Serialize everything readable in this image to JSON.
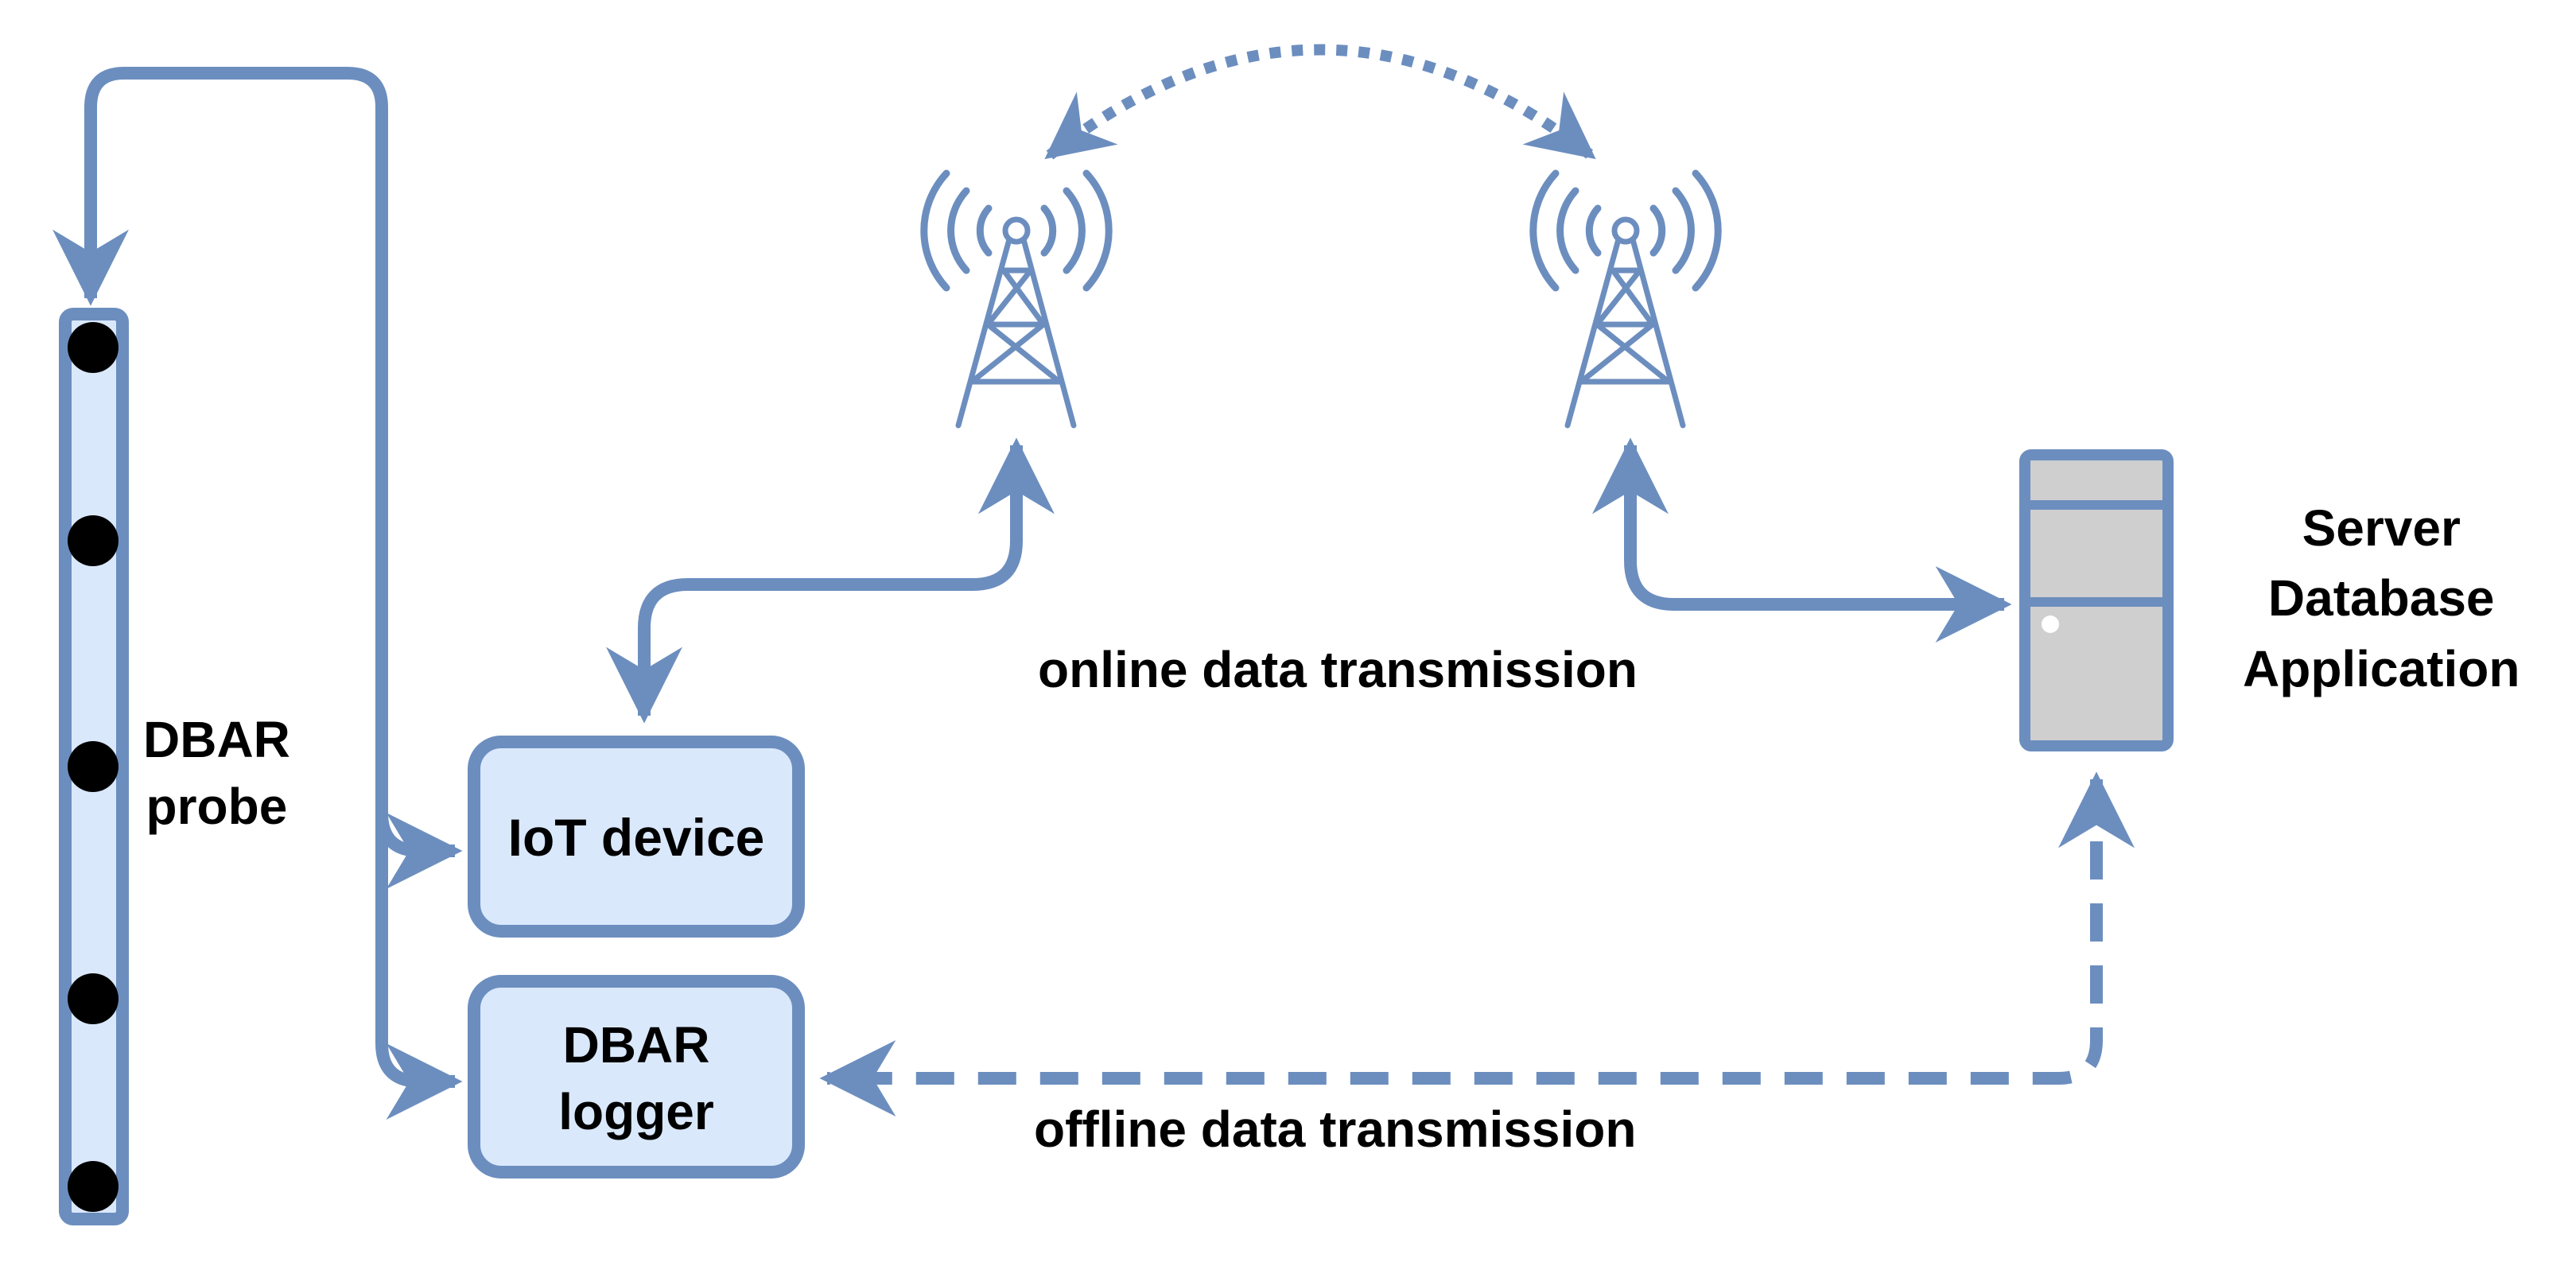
{
  "colors": {
    "stroke": "#6c8ebf",
    "box_fill": "#dae8fc",
    "server_fill": "#cfcfcf",
    "sensor_dot": "#000000",
    "text": "#000000",
    "background": "#ffffff"
  },
  "labels": {
    "probe_line1": "DBAR",
    "probe_line2": "probe",
    "iot_device": "IoT device",
    "logger_line1": "DBAR",
    "logger_line2": "logger",
    "online": "online data transmission",
    "offline": "offline data transmission",
    "server_line1": "Server",
    "server_line2": "Database",
    "server_line3": "Application"
  },
  "icons": {
    "tower_left": "radio-tower-icon",
    "tower_right": "radio-tower-icon",
    "server": "server-icon"
  },
  "sensor_count": 5
}
